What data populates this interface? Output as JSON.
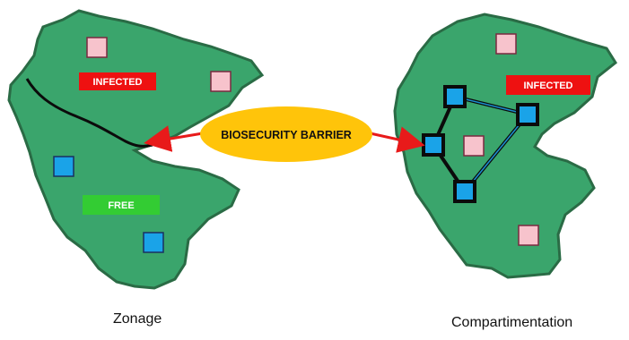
{
  "zonage": {
    "caption": "Zonage",
    "infected_label": "INFECTED",
    "free_label": "FREE"
  },
  "compartimentation": {
    "caption": "Compartimentation",
    "infected_label": "INFECTED"
  },
  "barrier": {
    "label": "BIOSECURITY BARRIER"
  },
  "colors": {
    "land": "#3aa56c",
    "land_edge": "#2a6b45",
    "infected_tag": "#ee1111",
    "free_tag": "#33cc33",
    "infected_square": "#f7c3cc",
    "free_square": "#1aa3e8",
    "barrier_ellipse": "#ffc40a",
    "arrow": "#e81a1a"
  }
}
